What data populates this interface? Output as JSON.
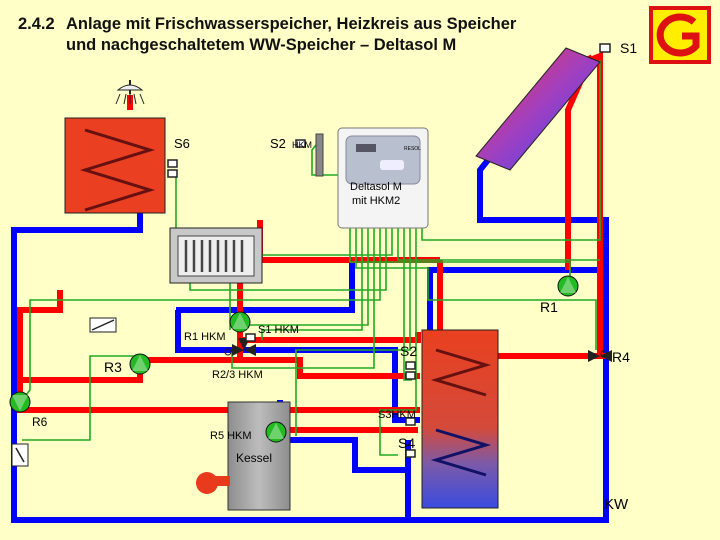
{
  "title": {
    "number": "2.4.2",
    "line1": "Anlage mit Frischwasserspeicher, Heizkreis aus Speicher",
    "line2": "und nachgeschaltetem WW-Speicher – Deltasol M"
  },
  "controller": {
    "line1": "Deltasol M",
    "line2": "mit HKM2",
    "brand": "RESOL"
  },
  "boiler_label": "Kessel",
  "labels": {
    "s1": "S1",
    "s2_hkm": "S2",
    "hkm_small": "HKM",
    "s6": "S6",
    "r1": "R1",
    "r1_hkm": "R1 HKM",
    "s1_hkm": "S1 HKM",
    "s2": "S2",
    "r4": "R4",
    "r3": "R3",
    "r2_3_hkm": "R2/3 HKM",
    "r6": "R6",
    "s3_hkm": "S3HKM",
    "r5_hkm": "R5 HKM",
    "s4": "S4",
    "kw": "KW"
  },
  "icons": {
    "logo": "company-logo-g",
    "shower": "shower-icon",
    "radiator": "radiator-icon",
    "controller": "controller-device",
    "pump": "pump-icon",
    "valve": "mixing-valve-icon",
    "sensor": "sensor-icon"
  },
  "colors": {
    "background": "#ffffc8",
    "hot_pipe": "#ff0000",
    "cold_pipe": "#0000ff",
    "signal_wire": "#22aa22",
    "storage_top": "#e83c1e",
    "pump_green": "#22bb22",
    "logo_red": "#dd1111",
    "logo_yellow": "#ffee00"
  }
}
